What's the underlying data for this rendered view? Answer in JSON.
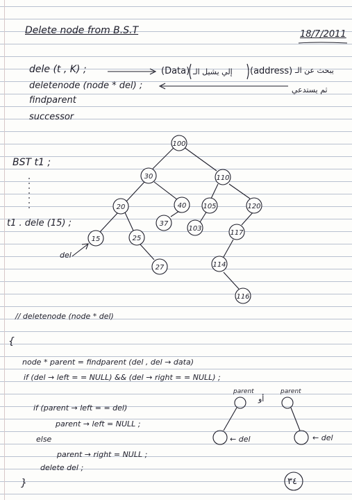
{
  "header": {
    "title": "Delete node from B.S.T",
    "date": "18/7/2011"
  },
  "intro": {
    "line1": "dele (t , K) ;",
    "line2": "deletenode (node * del) ;",
    "line3": "findparent",
    "line4": "successor",
    "note_data": "(Data)",
    "note_arabic1": "إلي يشيل الـ",
    "note_address": "(address)",
    "note_arabic2": "يبحث عن الـ",
    "note_arabic3": "ثم يستدعي"
  },
  "tree": {
    "label": "BST t1 ;",
    "call": "t1 . dele (15) ;",
    "del_label": "del",
    "nodes": [
      "100",
      "30",
      "110",
      "20",
      "40",
      "105",
      "120",
      "37",
      "103",
      "15",
      "25",
      "117",
      "27",
      "114",
      "116"
    ]
  },
  "code": {
    "comment": "// deletenode (node * del)",
    "open_brace": "{",
    "line1": "node * parent = findparent (del , del → data)",
    "line2": "if (del → left = = NULL) && (del → right = = NULL) ;",
    "line3": "if (parent → left = = del)",
    "line4": "parent → left = NULL ;",
    "line5": "else",
    "line6": "parent → right = NULL ;",
    "line7": "delete del ;",
    "close_brace": "}"
  },
  "diagram": {
    "parent1": "parent",
    "parent2": "parent",
    "or_label": "أو",
    "del1": "← del",
    "del2": "← del"
  },
  "page_number": "٣٤"
}
